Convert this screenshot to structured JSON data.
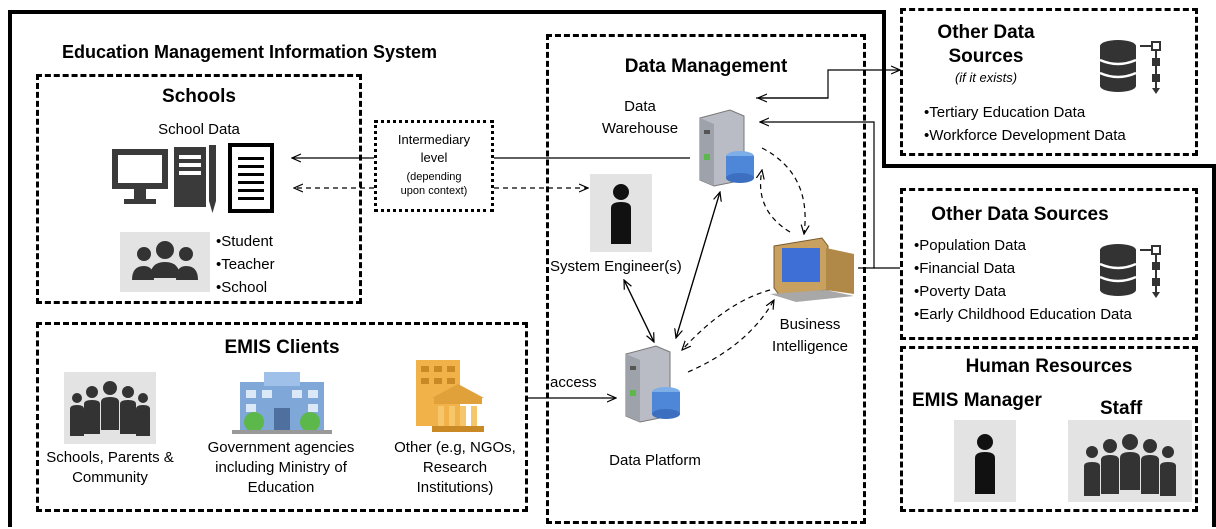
{
  "emis": {
    "title": "Education Management Information System"
  },
  "schools": {
    "title": "Schools",
    "school_data_label": "School Data",
    "items": [
      "•Student",
      "•Teacher",
      "•School"
    ]
  },
  "intermediary": {
    "line1": "Intermediary",
    "line2": "level",
    "line3": "(depending",
    "line4": "upon context)"
  },
  "data_management": {
    "title": "Data Management",
    "warehouse_line1": "Data",
    "warehouse_line2": "Warehouse",
    "system_engineer": "System Engineer(s)",
    "bi_line1": "Business",
    "bi_line2": "Intelligence",
    "platform": "Data Platform",
    "access": "access"
  },
  "clients": {
    "title": "EMIS Clients",
    "group1": [
      "Schools, Parents &",
      "Community"
    ],
    "group2": [
      "Government agencies",
      "including Ministry of",
      "Education"
    ],
    "group3": [
      "Other (e.g, NGOs,",
      "Research",
      "Institutions)"
    ]
  },
  "other_sources_1": {
    "title_line1": "Other Data",
    "title_line2": "Sources",
    "subtitle": "(if it exists)",
    "items": [
      "•Tertiary Education Data",
      "•Workforce Development Data"
    ]
  },
  "other_sources_2": {
    "title": "Other Data Sources",
    "items": [
      "•Population Data",
      "•Financial Data",
      "•Poverty Data",
      "•Early Childhood Education Data"
    ]
  },
  "human_resources": {
    "title": "Human Resources",
    "manager": "EMIS Manager",
    "staff": "Staff"
  },
  "colors": {
    "server_gray": "#b9bcc4",
    "db_blue": "#4f87d8",
    "monitor_blue": "#3d6fd6",
    "icon_bg": "#e3e3e3",
    "building_blue": "#7fa7d8",
    "building_orange": "#f2b24a"
  }
}
